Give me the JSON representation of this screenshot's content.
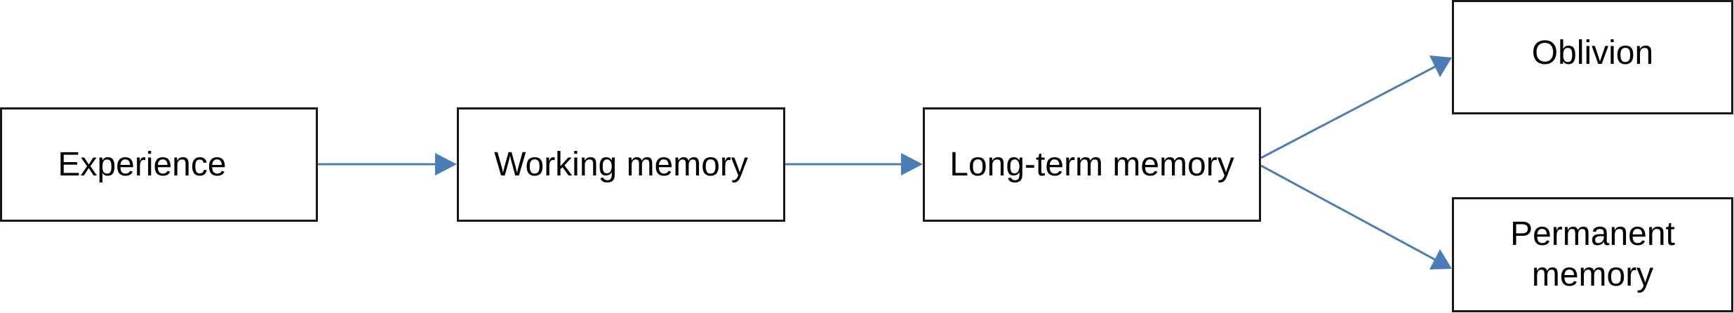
{
  "diagram": {
    "edge_color": "#4a7db5",
    "nodes": {
      "experience": "Experience",
      "working": "Working memory",
      "longterm": "Long-term memory",
      "oblivion": "Oblivion",
      "permanent": "Permanent memory"
    },
    "edges": [
      {
        "from": "experience",
        "to": "working"
      },
      {
        "from": "working",
        "to": "longterm"
      },
      {
        "from": "longterm",
        "to": "oblivion"
      },
      {
        "from": "longterm",
        "to": "permanent"
      }
    ]
  }
}
